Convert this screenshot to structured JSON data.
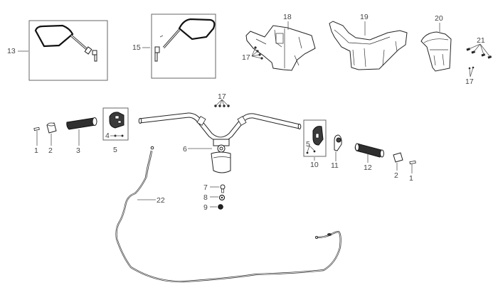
{
  "diagram": {
    "title": "Handlebar assembly exploded parts diagram",
    "callouts": [
      {
        "id": "c13",
        "label": "13",
        "part": "left-rear-view-mirror"
      },
      {
        "id": "c15",
        "label": "15",
        "part": "right-rear-view-mirror"
      },
      {
        "id": "c18",
        "label": "18",
        "part": "handlebar-front-cover"
      },
      {
        "id": "c19",
        "label": "19",
        "part": "handlebar-rear-cover"
      },
      {
        "id": "c20",
        "label": "20",
        "part": "meter-cover"
      },
      {
        "id": "c21",
        "label": "21",
        "part": "clips"
      },
      {
        "id": "c17a",
        "label": "17",
        "part": "screws-front-cover"
      },
      {
        "id": "c17b",
        "label": "17",
        "part": "screws-meter-cover"
      },
      {
        "id": "c17c",
        "label": "17",
        "part": "screws-handlebar"
      },
      {
        "id": "c1a",
        "label": "1",
        "part": "bar-end-screw-left"
      },
      {
        "id": "c2a",
        "label": "2",
        "part": "bar-end-weight-left"
      },
      {
        "id": "c3",
        "label": "3",
        "part": "left-grip"
      },
      {
        "id": "c4",
        "label": "4",
        "part": "left-handlebar-switch"
      },
      {
        "id": "c5a",
        "label": "5",
        "part": "switch-screws-left"
      },
      {
        "id": "c6",
        "label": "6",
        "part": "handlebar"
      },
      {
        "id": "c7",
        "label": "7",
        "part": "bolt"
      },
      {
        "id": "c8",
        "label": "8",
        "part": "washer"
      },
      {
        "id": "c9",
        "label": "9",
        "part": "nut"
      },
      {
        "id": "c10",
        "label": "10",
        "part": "right-handlebar-switch"
      },
      {
        "id": "c5b",
        "label": "5",
        "part": "switch-screws-right"
      },
      {
        "id": "c11",
        "label": "11",
        "part": "throttle-housing"
      },
      {
        "id": "c12",
        "label": "12",
        "part": "right-grip-throttle"
      },
      {
        "id": "c2b",
        "label": "2",
        "part": "bar-end-weight-right"
      },
      {
        "id": "c1b",
        "label": "1",
        "part": "bar-end-screw-right"
      },
      {
        "id": "c22",
        "label": "22",
        "part": "throttle-cable"
      }
    ]
  }
}
